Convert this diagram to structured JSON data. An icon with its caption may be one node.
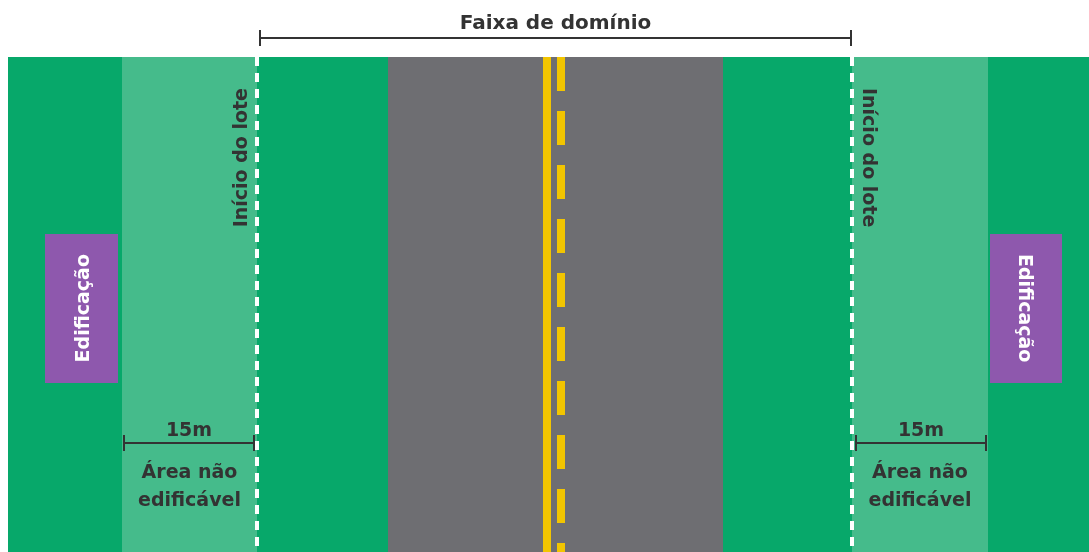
{
  "diagram": {
    "nodes": [
      {
        "text": [
          "Edificação"
        ]
      },
      {
        "text": [
          "Edificação"
        ]
      }
    ],
    "labels": [
      "Faixa de domínio",
      "Início do lote",
      "Início do lote",
      "15m",
      "Área não edificável",
      "15m",
      "Área não edificável"
    ]
  }
}
